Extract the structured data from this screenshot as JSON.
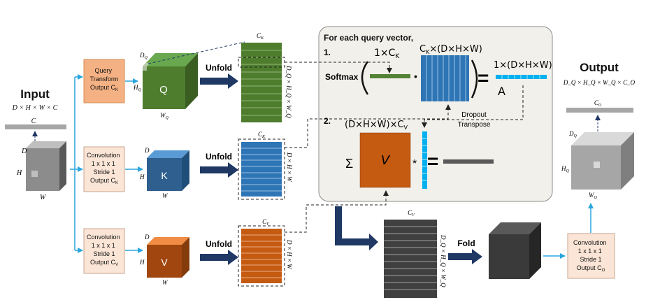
{
  "input": {
    "title": "Input",
    "dims": "D × H × W × C",
    "bar_label": "C",
    "label_d": "D",
    "label_h": "H",
    "label_w": "W"
  },
  "query_box": {
    "line1": "Query",
    "line2": "Transform",
    "line3": "Output C",
    "line3_sub": "K"
  },
  "conv_k": {
    "line1": "Convolution",
    "line2": "1 x 1 x 1",
    "line3": "Stride 1",
    "line4": "Output C",
    "line4_sub": "K"
  },
  "conv_v": {
    "line1": "Convolution",
    "line2": "1 x 1 x 1",
    "line3": "Stride 1",
    "line4": "Output C",
    "line4_sub": "V"
  },
  "conv_o": {
    "line1": "Convolution",
    "line2": "1 x 1 x 1",
    "line3": "Stride 1",
    "line4": "Output C",
    "line4_sub": "O"
  },
  "q_cube": {
    "letter": "Q",
    "label_d": "D",
    "label_d_sub": "Q",
    "label_h": "H",
    "label_h_sub": "Q",
    "label_w": "W",
    "label_w_sub": "Q"
  },
  "k_cube": {
    "letter": "K",
    "label_d": "D",
    "label_h": "H",
    "label_w": "W"
  },
  "v_cube": {
    "letter": "V",
    "label_d": "D",
    "label_h": "H",
    "label_w": "W"
  },
  "unfold_label": "Unfold",
  "fold_label": "Fold",
  "q_matrix": {
    "top": "C",
    "top_sub": "K",
    "side": "D_Q × H_Q × W_Q"
  },
  "k_matrix": {
    "top": "C",
    "top_sub": "K",
    "side": "D × H × W"
  },
  "v_matrix": {
    "top": "C",
    "top_sub": "V",
    "side": "D × H × W"
  },
  "out_matrix": {
    "top": "C",
    "top_sub": "V",
    "side": "D_Q × H_Q × W_Q"
  },
  "panel": {
    "heading": "For each query vector,",
    "step1": "1.",
    "step2": "2.",
    "softmax": "Softmax",
    "hand_q": "1×C",
    "hand_q_sub": "K",
    "hand_k": "C",
    "hand_k_sub": "K",
    "hand_k_rest": "×(D×H×W)",
    "hand_a_dims": "1×(D×H×W)",
    "hand_a": "A",
    "dropout": "Dropout",
    "transpose": "Transpose",
    "hand_v": "(D×H×W)×C",
    "hand_v_sub": "V",
    "v_letter": "V",
    "sigma": "Σ",
    "dot": "•",
    "star": "*",
    "equals": "="
  },
  "output": {
    "title": "Output",
    "dims": "D_Q × H_Q × W_Q × C_O",
    "bar_label": "C",
    "bar_label_sub": "O",
    "label_d": "D",
    "label_d_sub": "Q",
    "label_h": "H",
    "label_h_sub": "Q",
    "label_w": "W",
    "label_w_sub": "Q"
  },
  "colors": {
    "arrow_cyan": "#2aa6de",
    "arrow_navy": "#1f3864",
    "q_green": "#4e7d2e",
    "k_blue": "#2e75b6",
    "v_orange": "#c55a11",
    "query_box": "#f4b183",
    "conv_box": "#fbe5d6",
    "gray_bar": "#a6a6a6",
    "panel_bg": "#f2f0ea"
  }
}
